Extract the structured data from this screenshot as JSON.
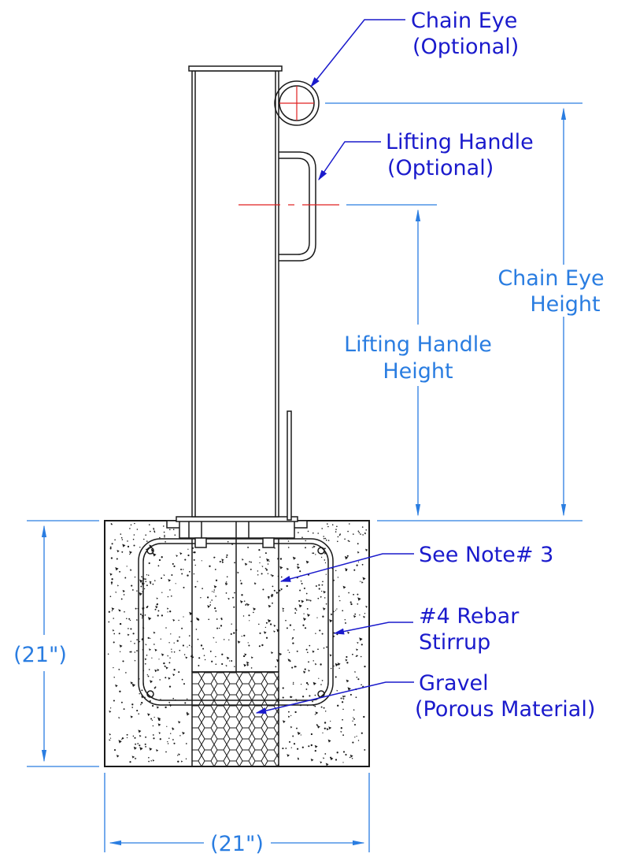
{
  "colors": {
    "outline": "#1a1a1a",
    "leader": "#1a1acc",
    "dimension": "#2a7de1",
    "centerline": "#e02020",
    "background": "#ffffff"
  },
  "labels": {
    "chain_eye_line1": "Chain Eye",
    "chain_eye_line2": "(Optional)",
    "lifting_handle_line1": "Lifting Handle",
    "lifting_handle_line2": "(Optional)",
    "see_note": "See Note# 3",
    "rebar_line1": "#4 Rebar",
    "rebar_line2": "Stirrup",
    "gravel_line1": "Gravel",
    "gravel_line2": "(Porous Material)"
  },
  "dimensions": {
    "chain_eye_height_line1": "Chain Eye",
    "chain_eye_height_line2": "Height",
    "lifting_handle_height_line1": "Lifting Handle",
    "lifting_handle_height_line2": "Height",
    "footing_height": "(21\")",
    "footing_width": "(21\")"
  },
  "icons": {
    "chain_eye": "circle-ring",
    "lifting_handle": "u-handle",
    "concrete": "stipple-pattern",
    "gravel": "hexagon-pattern"
  }
}
